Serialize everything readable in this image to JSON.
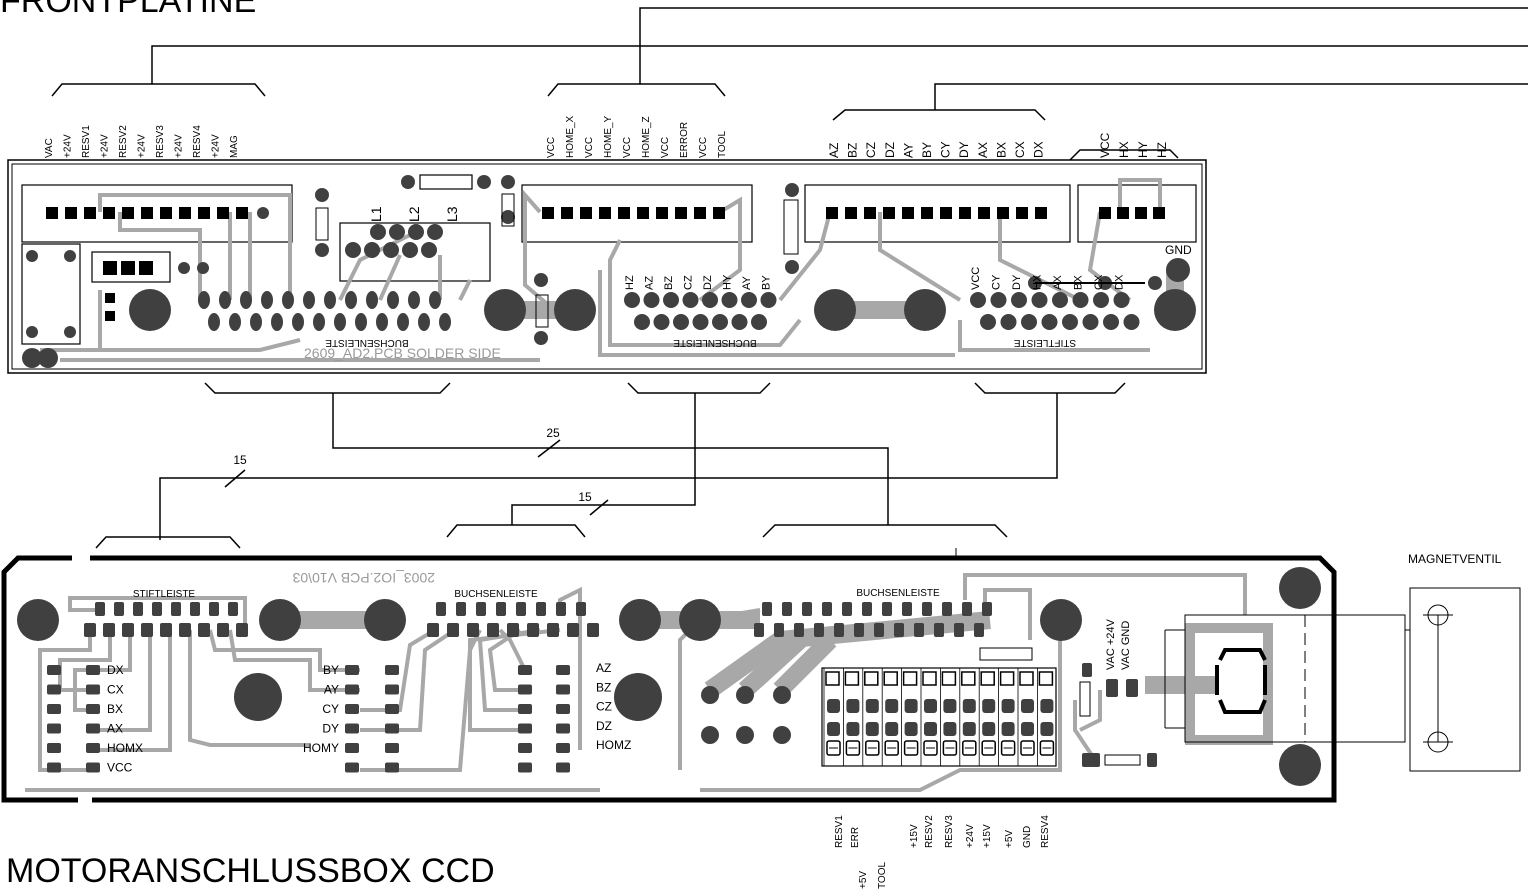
{
  "titles": {
    "front": "FRONTPLATINE",
    "motor": "MOTORANSCHLUSSBOX CCD",
    "magnet": "MAGNETVENTIL"
  },
  "pcb_labels": {
    "solder_side": "2609_AD2.PCB SOLDER SIDE",
    "lower_pcb": "2003_IO2.PCB V10\\03"
  },
  "top_connectors": {
    "c1": [
      "VAC",
      "+24V",
      "RESV1",
      "+24V",
      "RESV2",
      "+24V",
      "RESV3",
      "+24V",
      "RESV4",
      "+24V",
      "MAG"
    ],
    "c2": [
      "VCC",
      "HOME_X",
      "VCC",
      "HOME_Y",
      "VCC",
      "HOME_Z",
      "VCC",
      "ERROR",
      "VCC",
      "TOOL"
    ],
    "c3": [
      "AZ",
      "BZ",
      "CZ",
      "DZ",
      "AY",
      "BY",
      "CY",
      "DY",
      "AX",
      "BX",
      "CX",
      "DX"
    ],
    "c4": [
      "VCC",
      "HX",
      "HY",
      "HZ"
    ]
  },
  "top_board": {
    "l_labels": [
      "L1",
      "L2",
      "L3"
    ],
    "buchsenleiste": "BUCHSENLEISTE",
    "stiftleiste": "STIFTLEISTE",
    "gnd": "GND",
    "mid_pins": [
      "HZ",
      "AZ",
      "BZ",
      "CZ",
      "DZ",
      "HY",
      "AY",
      "BY"
    ],
    "right_pins": [
      "VCC",
      "CY",
      "DY",
      "HX",
      "AX",
      "BX",
      "CX",
      "DX"
    ]
  },
  "cable_counts": [
    "25",
    "15",
    "15"
  ],
  "lower_board": {
    "stiftleiste": "STIFTLEISTE",
    "buchsenleiste_1": "BUCHSENLEISTE",
    "buchsenleiste_2": "BUCHSENLEISTE",
    "left_labels": [
      "DX",
      "CX",
      "BX",
      "AX",
      "HOMX",
      "VCC"
    ],
    "mid_labels": [
      "BY",
      "AY",
      "CY",
      "DY",
      "HOMY"
    ],
    "z_labels": [
      "AZ",
      "BZ",
      "CZ",
      "DZ",
      "HOMZ"
    ],
    "vac_labels": [
      "VAC +24V",
      "VAC GND"
    ]
  },
  "bottom_labels": {
    "row1": [
      "RESV1",
      "ERR",
      "+15V",
      "RESV2",
      "RESV3",
      "+24V",
      "+15V",
      "+5V",
      "GND",
      "RESV4"
    ],
    "row2": [
      "+5V",
      "TOOL"
    ]
  }
}
